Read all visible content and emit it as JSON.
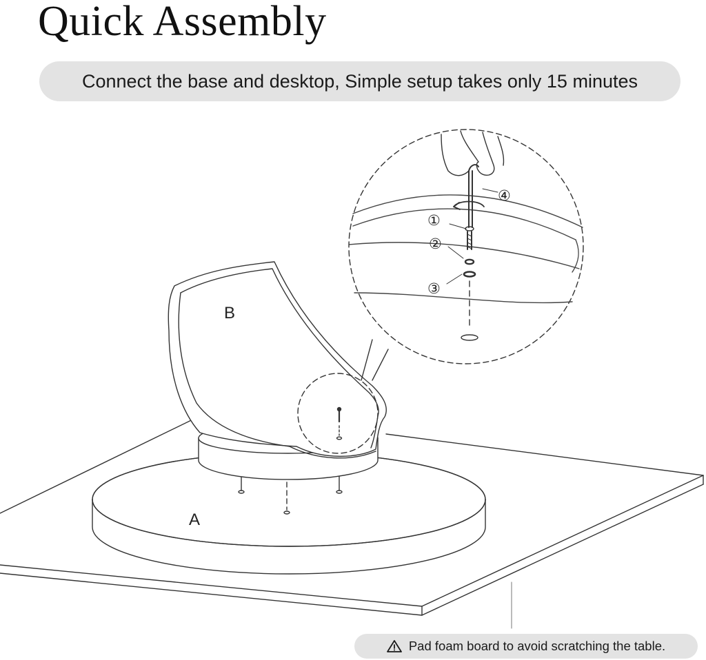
{
  "title": "Quick Assembly",
  "subtitle": "Connect the base and desktop, Simple setup takes only 15 minutes",
  "diagram": {
    "part_a": "A",
    "part_b": "B",
    "step_1": "①",
    "step_2": "②",
    "step_3": "③",
    "step_4": "④"
  },
  "note": {
    "icon": "warning-triangle-icon",
    "text": "Pad foam board to avoid scratching the table."
  },
  "colors": {
    "pill_bg": "#e3e3e3",
    "line": "#333333"
  }
}
